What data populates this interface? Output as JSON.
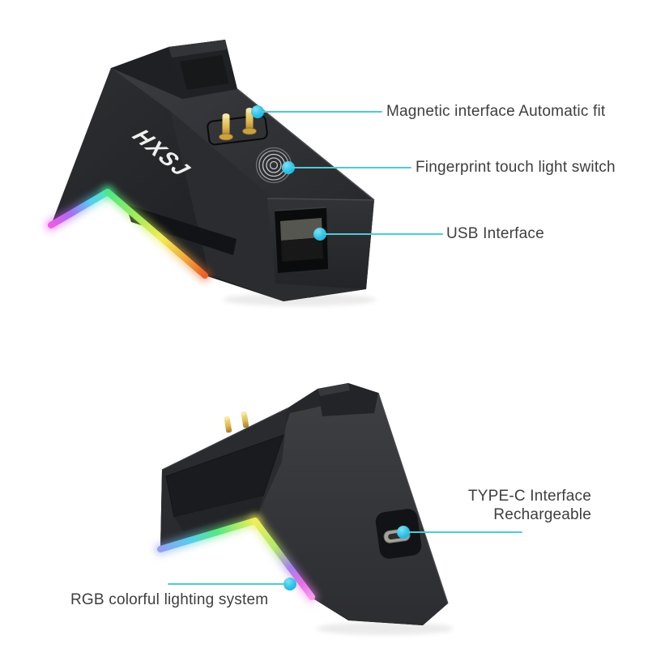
{
  "product": {
    "logo_text": "HXSJ"
  },
  "callouts": {
    "magnetic": {
      "label": "Magnetic interface Automatic fit"
    },
    "fingerprint": {
      "label": "Fingerprint touch light switch"
    },
    "usb": {
      "label": "USB Interface"
    },
    "typec": {
      "label_line1": "TYPE-C Interface",
      "label_line2": "Rechargeable"
    },
    "rgb": {
      "label": "RGB colorful lighting system"
    }
  },
  "colors": {
    "background": "#ffffff",
    "callout_line": "#4ecad7",
    "callout_dot": "#2cc0e6",
    "label_text": "#3e3e3e",
    "device_body": "#26272a",
    "pin_gold": "#e0b94f",
    "rgb_strip_top": [
      "#f05ae8",
      "#a86ef2",
      "#55cdf2",
      "#4fe8b4",
      "#a8ea5a",
      "#f2ee55",
      "#f2a83c",
      "#ea5f28"
    ],
    "rgb_strip_bottom": [
      "#93a0f2",
      "#58ccf0",
      "#55e883",
      "#f0ee58",
      "#b2e96a",
      "#a480ee",
      "#e66ee6",
      "#f89af2"
    ]
  }
}
